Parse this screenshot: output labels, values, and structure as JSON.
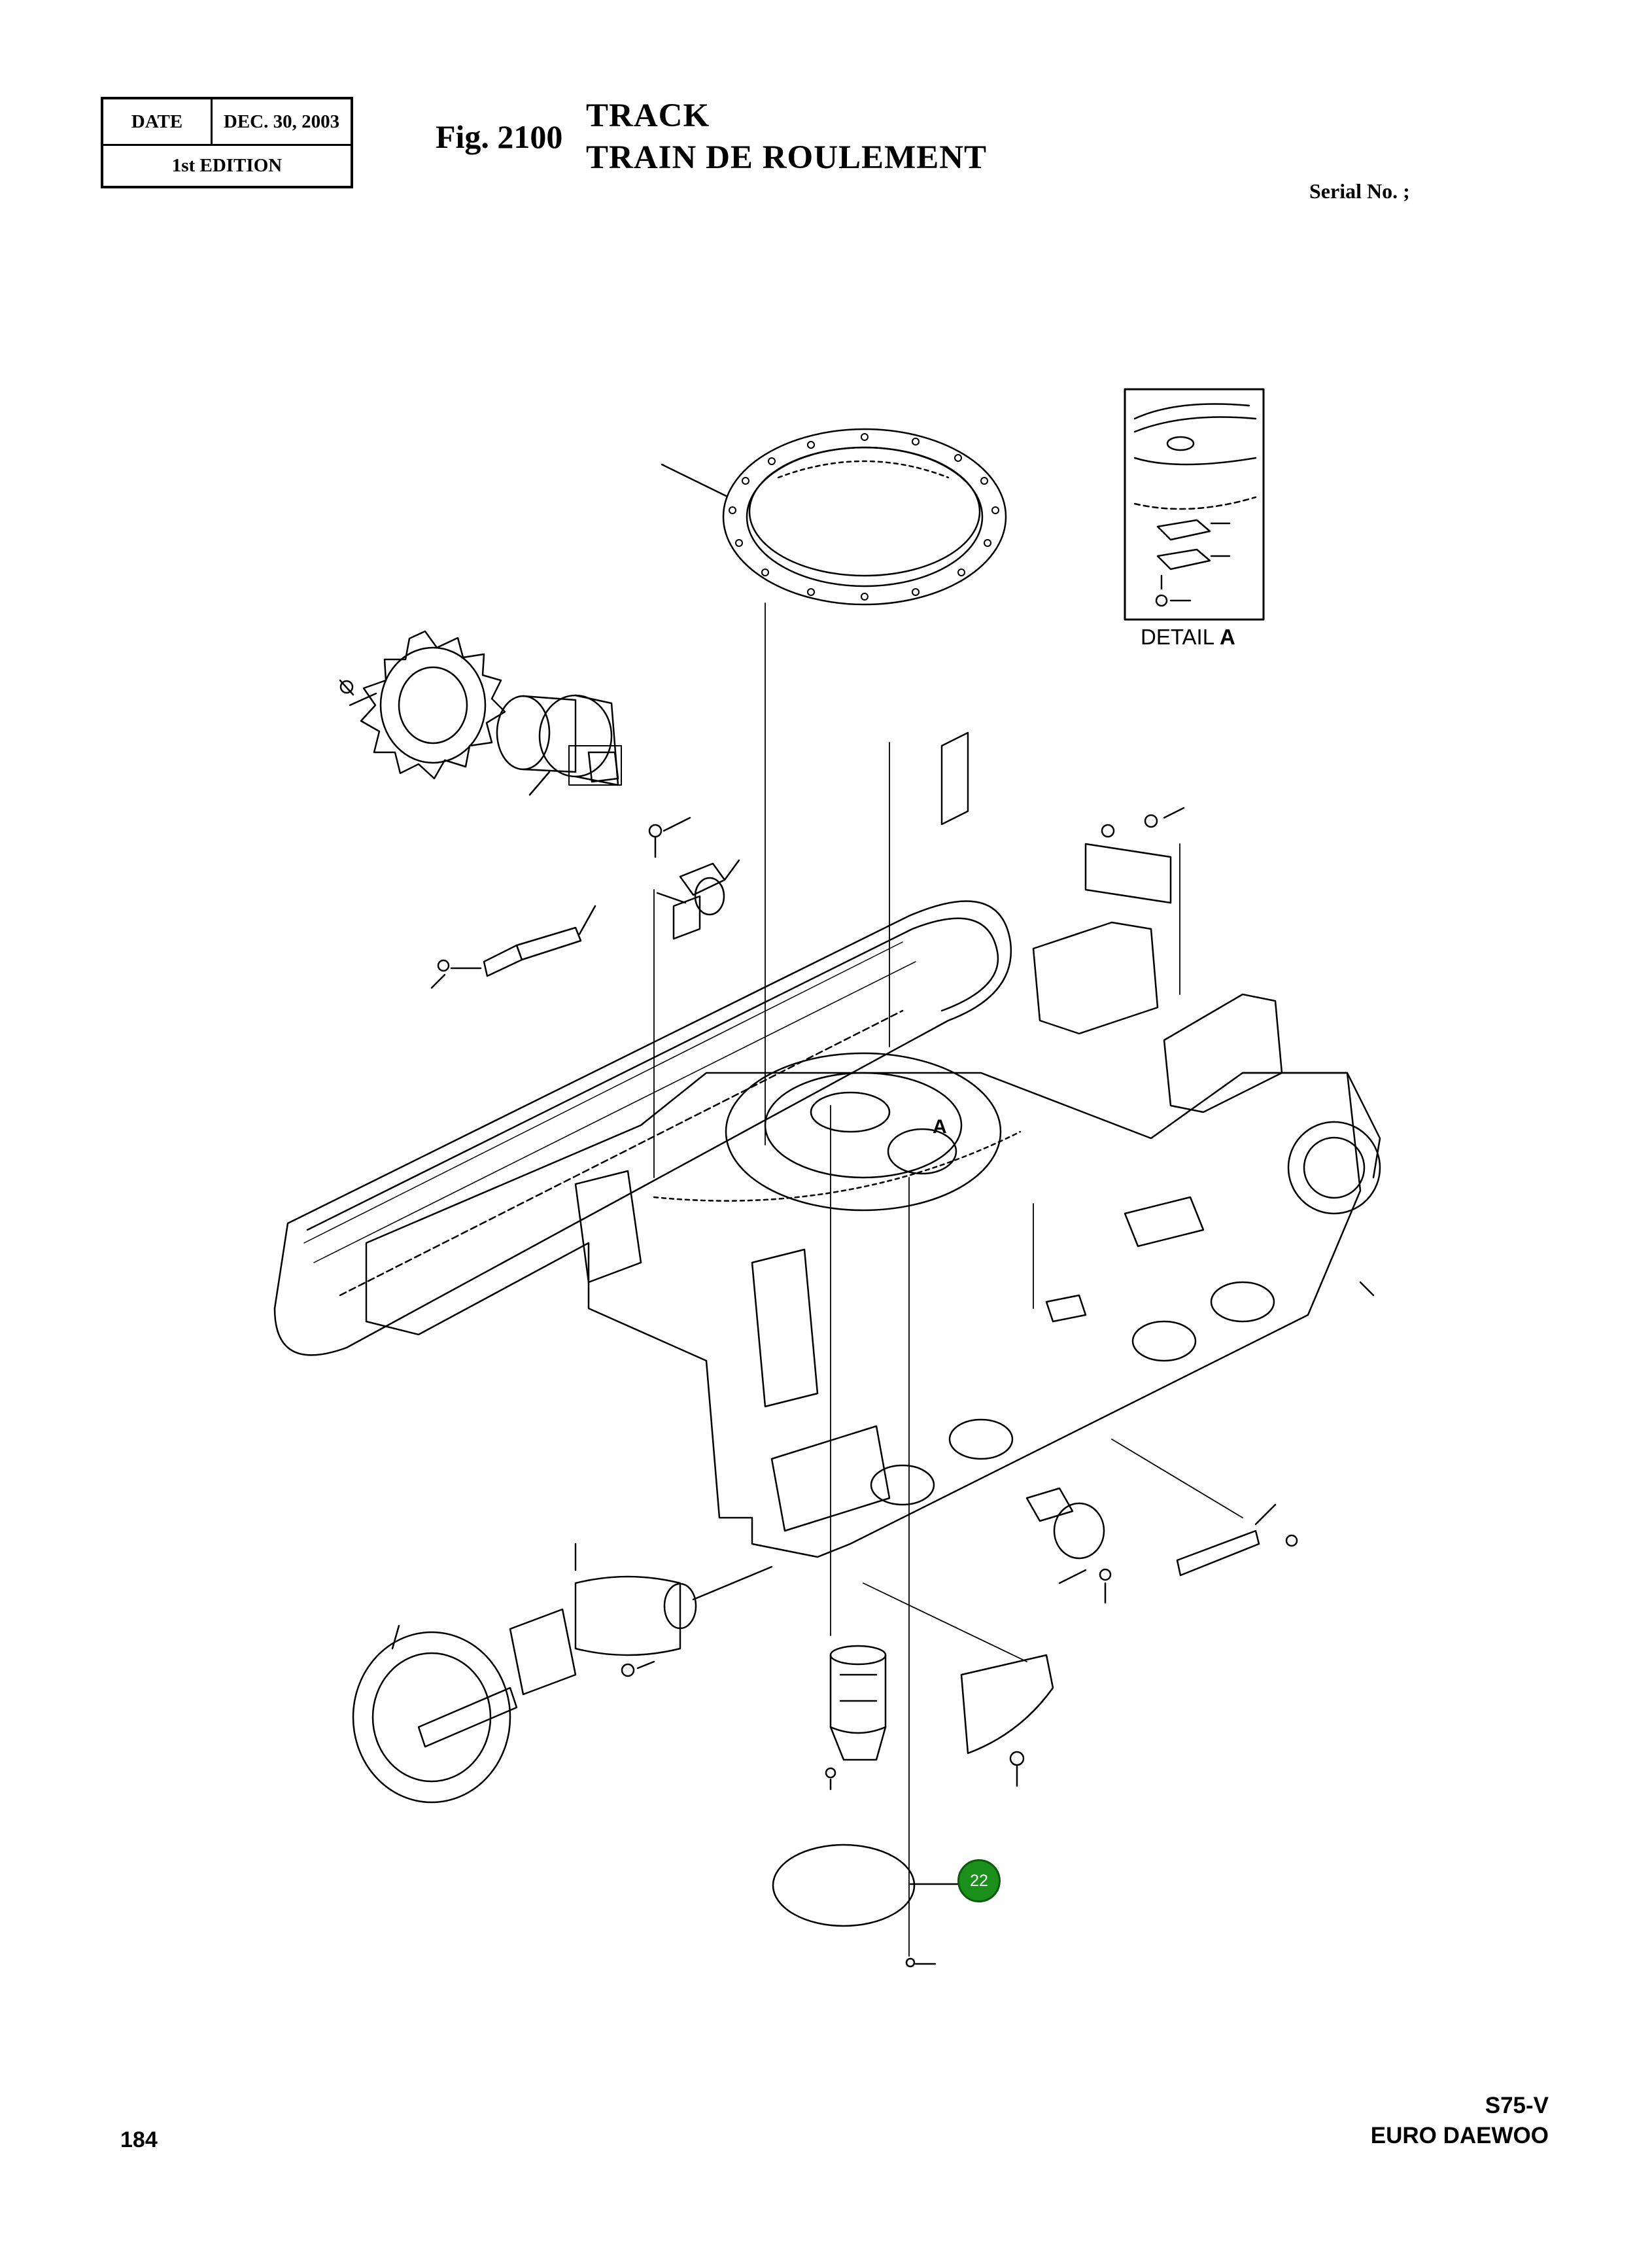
{
  "header": {
    "date_label": "DATE",
    "date_value": "DEC. 30, 2003",
    "edition": "1st EDITION",
    "figure_label": "Fig. 2100",
    "title_en": "TRACK",
    "title_fr": "TRAIN DE ROULEMENT",
    "serial": "Serial No. ;"
  },
  "diagram": {
    "detail_label_prefix": "DETAIL",
    "detail_label_letter": "A",
    "callout_a": "A",
    "hotspot_part_number": "22",
    "hotspot_color": "#1a8f1a"
  },
  "footer": {
    "page_number": "184",
    "model": "S75-V",
    "brand": "EURO DAEWOO"
  }
}
